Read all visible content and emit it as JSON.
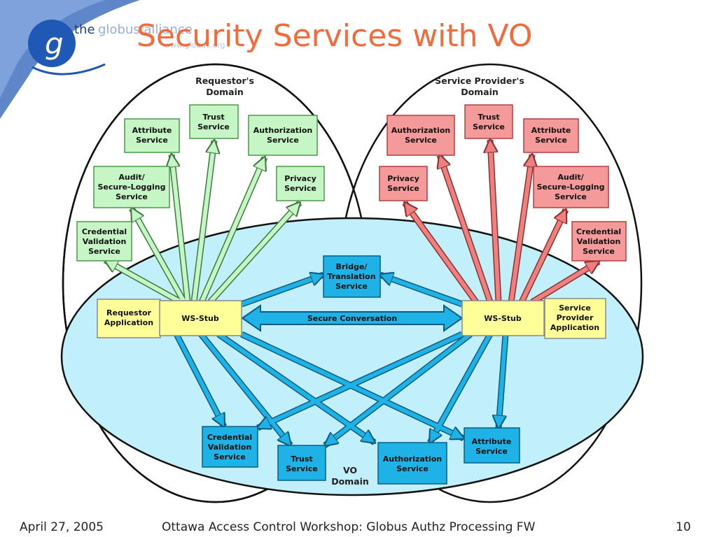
{
  "slide": {
    "title": "Security Services with VO",
    "logo": {
      "text_the": "the",
      "text_globus": "globus alliance",
      "text_url": "www.globus.org"
    },
    "footer": {
      "date": "April 27, 2005",
      "event": "Ottawa Access Control Workshop: Globus Authz Processing FW",
      "page": "10"
    }
  },
  "diagram": {
    "domains": {
      "requestor": [
        "Requestor's",
        "Domain"
      ],
      "provider": [
        "Service Provider's",
        "Domain"
      ],
      "vo": [
        "VO",
        "Domain"
      ]
    },
    "center": {
      "requestor_app": [
        "Requestor",
        "Application"
      ],
      "provider_app": [
        "Service",
        "Provider",
        "Application"
      ],
      "ws_stub": "WS-Stub",
      "bridge": [
        "Bridge/",
        "Translation",
        "Service"
      ],
      "secure_conversation": "Secure Conversation"
    },
    "requestor_services": {
      "attribute": [
        "Attribute",
        "Service"
      ],
      "trust": [
        "Trust",
        "Service"
      ],
      "authorization": [
        "Authorization",
        "Service"
      ],
      "audit": [
        "Audit/",
        "Secure-Logging",
        "Service"
      ],
      "privacy": [
        "Privacy",
        "Service"
      ],
      "credential": [
        "Credential",
        "Validation",
        "Service"
      ]
    },
    "provider_services": {
      "authorization": [
        "Authorization",
        "Service"
      ],
      "trust": [
        "Trust",
        "Service"
      ],
      "attribute": [
        "Attribute",
        "Service"
      ],
      "privacy": [
        "Privacy",
        "Service"
      ],
      "audit": [
        "Audit/",
        "Secure-Logging",
        "Service"
      ],
      "credential": [
        "Credential",
        "Validation",
        "Service"
      ]
    },
    "vo_services": {
      "credential": [
        "Credential",
        "Validation",
        "Service"
      ],
      "trust": [
        "Trust",
        "Service"
      ],
      "authorization": [
        "Authorization",
        "Service"
      ],
      "attribute": [
        "Attribute",
        "Service"
      ]
    },
    "colors": {
      "requestor_fill": "#c6f5c6",
      "requestor_stroke": "#4a9a4a",
      "provider_fill": "#f59a9a",
      "provider_stroke": "#b04040",
      "vo_fill": "#20b8e8",
      "vo_stroke": "#10608a",
      "vo_domain": "#c2f0fa",
      "stub_fill": "#ffff99",
      "title": "#f26b3a",
      "green_arrow": "#c6f5c6",
      "red_arrow": "#f08080",
      "blue_arrow": "#1fb2e6"
    }
  }
}
